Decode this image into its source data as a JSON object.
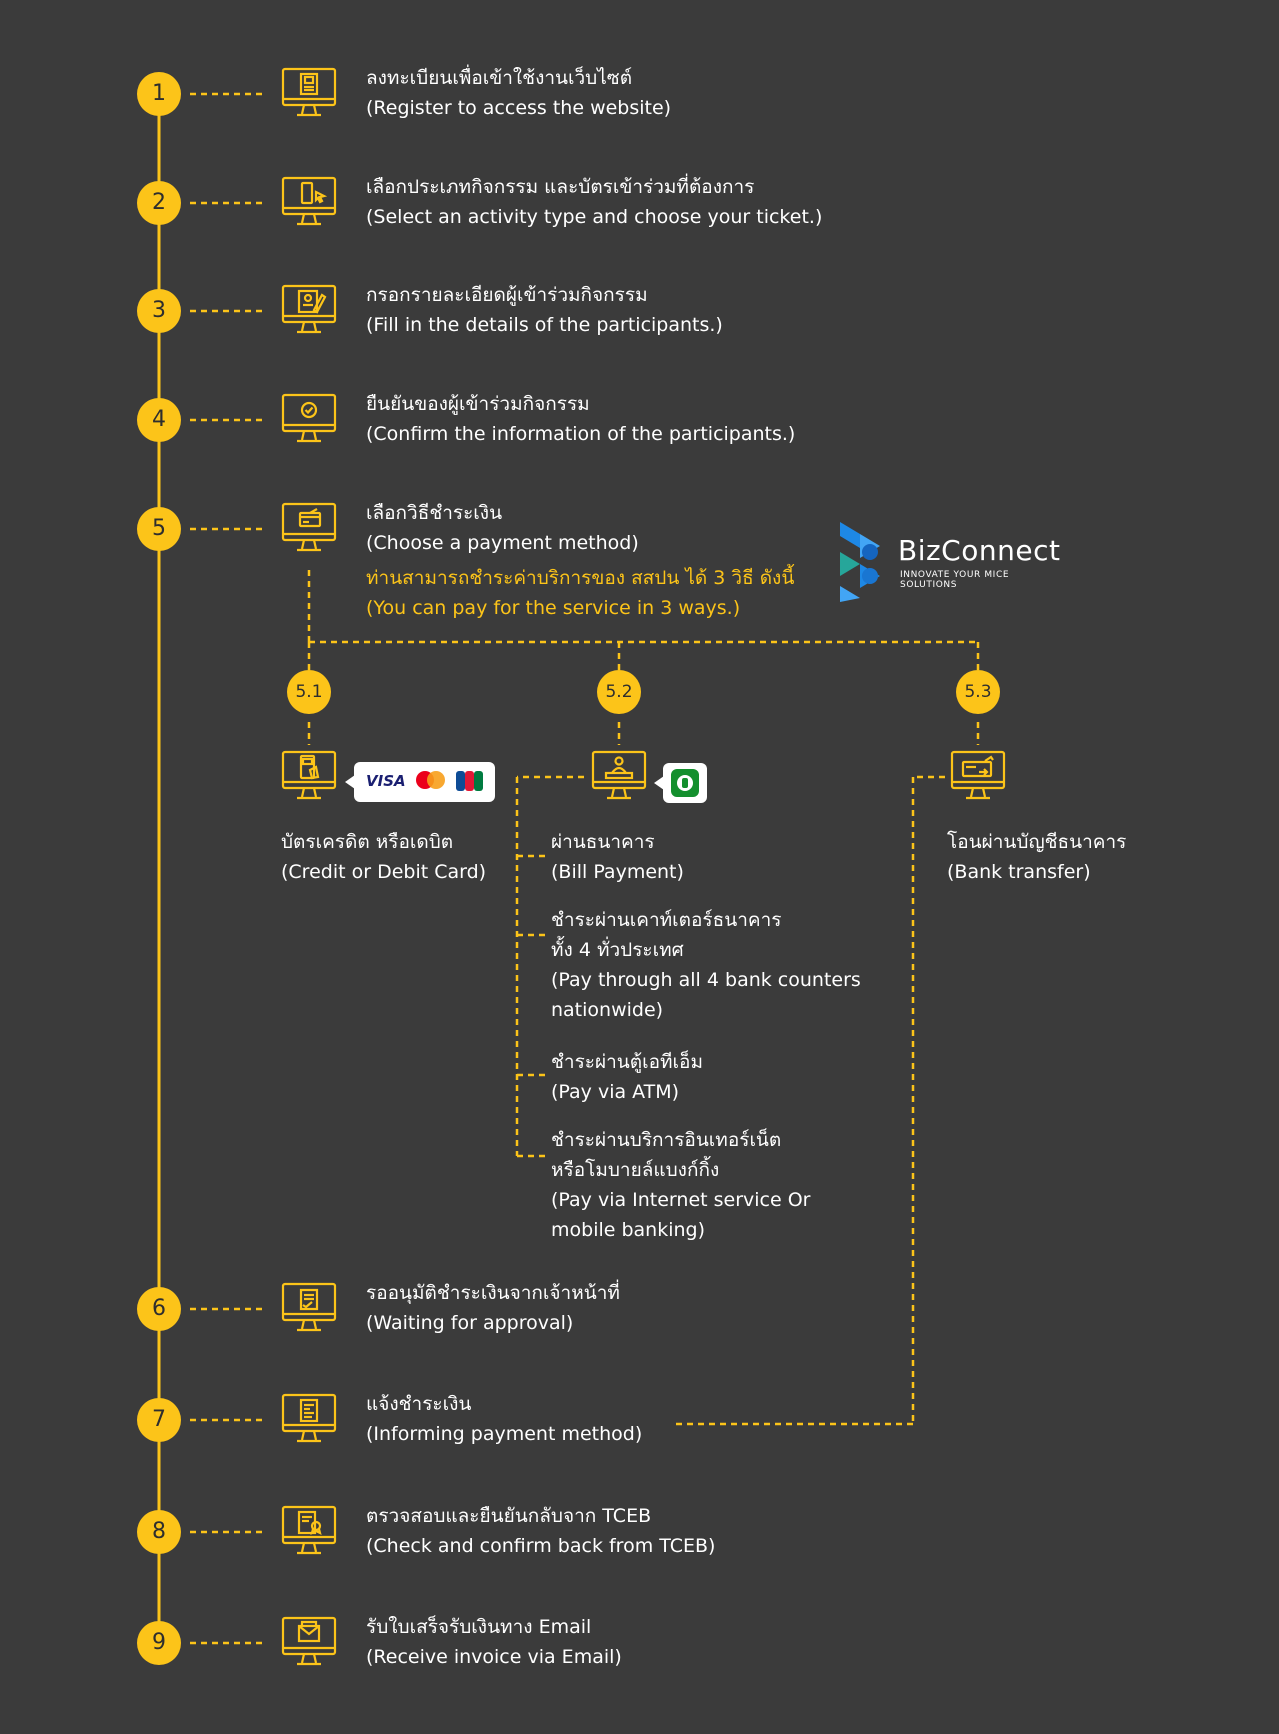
{
  "colors": {
    "background": "#3b3b3b",
    "accent": "#fcc419",
    "text": "#ffffff"
  },
  "steps": [
    {
      "number": "1",
      "thai": "ลงทะเบียนเพื่อเข้าใช้งานเว็บไซต์",
      "english": "(Register to access the website)",
      "icon": "registration-form-icon"
    },
    {
      "number": "2",
      "thai": "เลือกประเภทกิจกรรม และบัตรเข้าร่วมที่ต้องการ",
      "english": "(Select an activity type and choose your ticket.)",
      "icon": "select-ticket-icon"
    },
    {
      "number": "3",
      "thai": "กรอกรายละเอียดผู้เข้าร่วมกิจกรรม",
      "english": "(Fill in the details of the participants.)",
      "icon": "fill-details-icon"
    },
    {
      "number": "4",
      "thai": "ยืนยันของผู้เข้าร่วมกิจกรรม",
      "english": "(Confirm the information of the participants.)",
      "icon": "confirm-check-icon"
    },
    {
      "number": "5",
      "thai": "เลือกวิธีชำระเงิน",
      "english": "(Choose a payment method)",
      "icon": "payment-card-icon"
    },
    {
      "number": "6",
      "thai": "รออนุมัติชำระเงินจากเจ้าหน้าที่",
      "english": "(Waiting for approval)",
      "icon": "approval-document-icon"
    },
    {
      "number": "7",
      "thai": "แจ้งชำระเงิน",
      "english": "(Informing payment method)",
      "icon": "payment-notice-icon"
    },
    {
      "number": "8",
      "thai": "ตรวจสอบและยืนยันกลับจาก TCEB",
      "english": "(Check and confirm back from TCEB)",
      "icon": "verify-stamp-icon"
    },
    {
      "number": "9",
      "thai": "รับใบเสร็จรับเงินทาง Email",
      "english": "(Receive invoice via Email)",
      "icon": "email-receipt-icon"
    }
  ],
  "payment_note": {
    "thai": "ท่านสามารถชำระค่าบริการของ สสปน ได้ 3 วิธี ดังนี้",
    "english": "(You can pay for the service in 3 ways.)"
  },
  "brand": {
    "name": "BizConnect",
    "tagline": "INNOVATE YOUR MICE SOLUTIONS"
  },
  "payment_options": [
    {
      "number": "5.1",
      "thai": "บัตรเครดิต หรือเดบิต",
      "english": " (Credit or Debit Card)",
      "icon": "card-terminal-icon",
      "card_logos": {
        "visa": "VISA",
        "mastercard_text": "mastercard"
      }
    },
    {
      "number": "5.2",
      "thai": "ผ่านธนาคาร",
      "english": "(Bill Payment)",
      "icon": "bank-counter-icon",
      "channels": [
        {
          "lines": [
            "ชำระผ่านเคาท์เตอร์ธนาคาร",
            "ทั้ง 4 ทั่วประเทศ",
            "(Pay through all 4 bank counters",
            "nationwide)"
          ]
        },
        {
          "lines": [
            "ชำระผ่านตู้เอทีเอ็ม",
            "(Pay via ATM)"
          ]
        },
        {
          "lines": [
            "ชำระผ่านบริการอินเทอร์เน็ต",
            "หรือโมบายล์แบงก์กิ้ง",
            "(Pay via Internet service Or",
            "mobile banking)"
          ]
        }
      ]
    },
    {
      "number": "5.3",
      "thai": "โอนผ่านบัญชีธนาคาร",
      "english": " (Bank transfer)",
      "icon": "bank-transfer-icon"
    }
  ]
}
